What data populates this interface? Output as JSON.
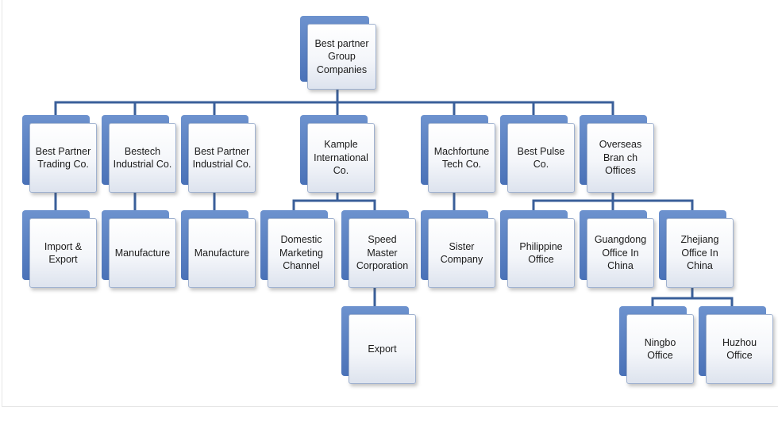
{
  "colors": {
    "connector": "#3a5f9a",
    "box_accent": "#4a72b8",
    "box_face": "#f4f6fa"
  },
  "nodes": {
    "root": "Best partner\nGroup\nCompanies",
    "best_partner_trading": "Best Partner\nTrading Co.",
    "bestech_industrial": "Bestech\nIndustrial Co.",
    "best_partner_industrial": "Best Partner\nIndustrial Co.",
    "kample_international": "Kample\nInternational\nCo.",
    "machfortune_tech": "Machfortune\nTech Co.",
    "best_pulse": "Best Pulse\nCo.",
    "overseas_branch": "Overseas\nBran ch\nOffices",
    "import_export": "Import &\nExport",
    "manufacture_1": "Manufacture",
    "manufacture_2": "Manufacture",
    "domestic_marketing": "Domestic\nMarketing\nChannel",
    "speed_master": "Speed Master\nCorporation",
    "sister_company": "Sister\nCompany",
    "philippine_office": "Philippine\nOffice",
    "guangdong_office": "Guangdong\nOffice In\nChina",
    "zhejiang_office": "Zhejiang\nOffice In\nChina",
    "export": "Export",
    "ningbo_office": "Ningbo Office",
    "huzhou_office": "Huzhou\nOffice"
  }
}
